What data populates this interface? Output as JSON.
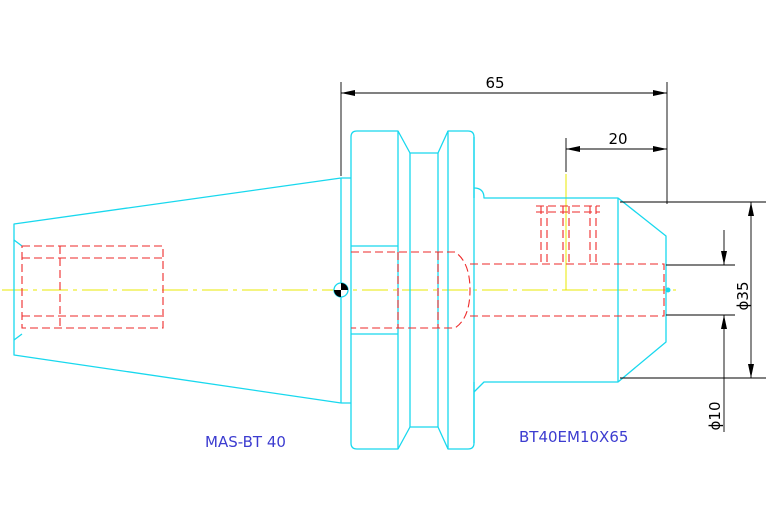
{
  "labels": {
    "standard": "MAS-BT 40",
    "model": "BT40EM10X65"
  },
  "dimensions": {
    "overall_length": "65",
    "bore_depth": "20",
    "outer_diameter": "ϕ35",
    "bore_diameter": "ϕ10"
  },
  "colors": {
    "outline": "#18d8ee",
    "hidden": "#ee2a2a",
    "centerline": "#e8e800",
    "dimension": "#000000",
    "label": "#3c3cd0"
  }
}
